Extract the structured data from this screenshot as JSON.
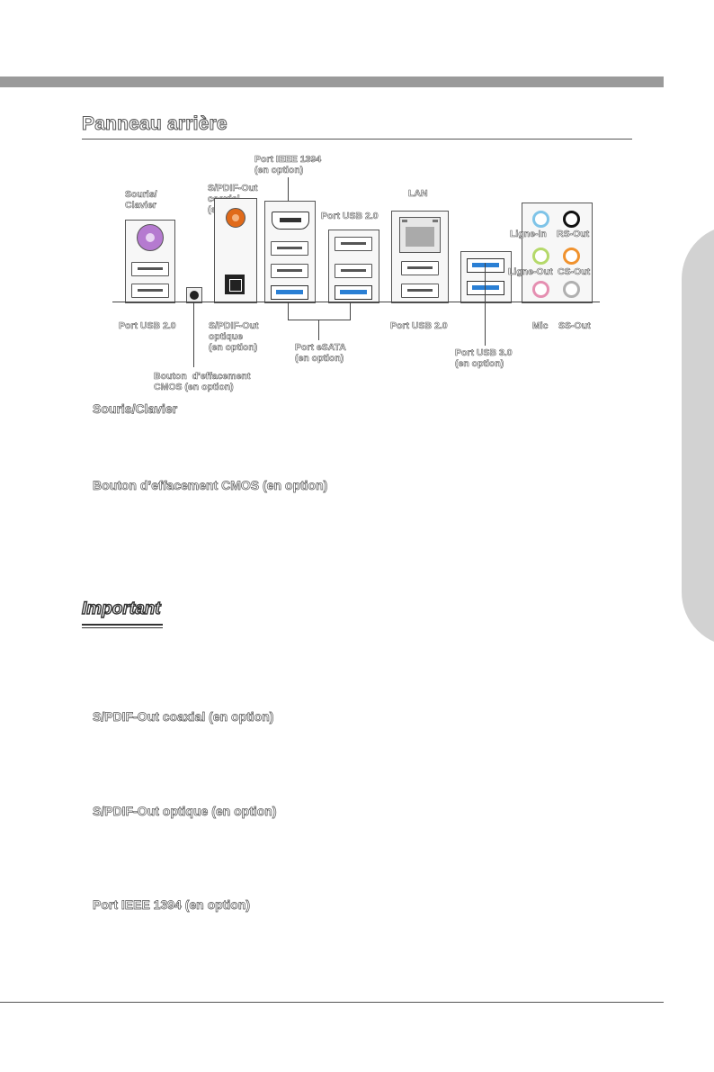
{
  "page": {
    "title": "Panneau arrière"
  },
  "diagram": {
    "labels": {
      "souris_clavier": "Souris/\nClavier",
      "spdif_coax": "S/PDIF-Out\ncoaxial\n(en option)",
      "ieee1394": "Port IEEE 1394\n(en option)",
      "usb20_top": "Port USB 2.0",
      "lan": "LAN",
      "usb20_left": "Port USB 2.0",
      "spdif_opt": "S/PDIF-Out\noptique\n(en option)",
      "esata": "Port eSATA\n(en option)",
      "usb20_right": "Port USB 2.0",
      "usb30": "Port USB 3.0\n(en option)",
      "cmos": "Bouton  d’effacement\nCMOS (en option)",
      "ligne_in": "Ligne-In",
      "rs_out": "RS-Out",
      "ligne_out": "Ligne-Out",
      "cs_out": "CS-Out",
      "mic": "Mic",
      "ss_out": "SS-Out"
    },
    "jack_colors": {
      "ligne_in": "#7fc4e8",
      "rs_out": "#111111",
      "ligne_out": "#b5d96a",
      "cs_out": "#f0922e",
      "mic": "#e58fb1",
      "ss_out": "#b0b0b0",
      "ps2": "#b57ad0",
      "coax": "#e06a1a",
      "usb3": "#2a7fd4"
    }
  },
  "sections": [
    {
      "heading": "Souris/Clavier"
    },
    {
      "heading": "Bouton d’effacement CMOS (en option)"
    },
    {
      "heading": "Important"
    },
    {
      "heading": "S/PDIF-Out coaxial (en option)"
    },
    {
      "heading": "S/PDIF-Out optique (en option)"
    },
    {
      "heading": "Port IEEE 1394 (en option)"
    }
  ]
}
